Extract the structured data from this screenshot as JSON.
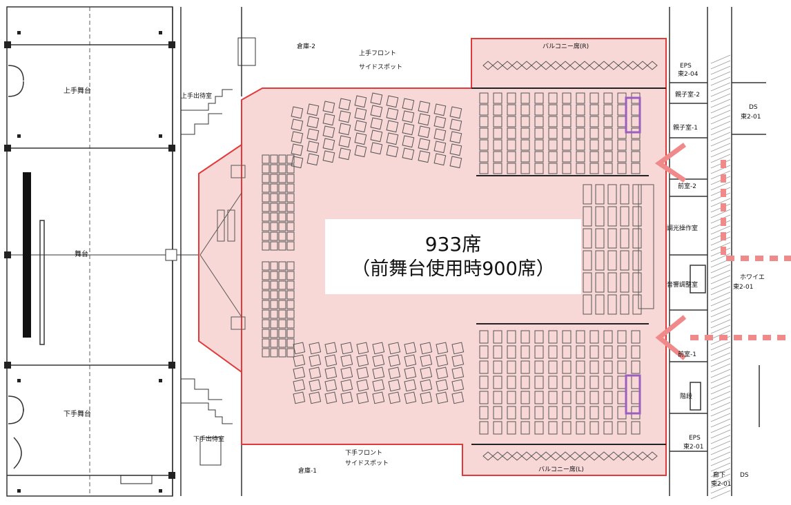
{
  "capacity": {
    "seats": "933席",
    "note": "（前舞台使用時900席）"
  },
  "rooms": {
    "stage": "舞台",
    "stage_left_upper": "上手舞台",
    "stage_left_lower": "下手舞台",
    "upper_entrance": "上手出待室",
    "lower_entrance": "下手出待室",
    "storage_2": "倉庫-2",
    "storage_1": "倉庫-1",
    "upper_front_spot": "上手フロント",
    "side_spot": "サイドスポット",
    "lower_front_spot": "下手フロント",
    "balcony_r": "バルコニー席(R)",
    "balcony_l": "バルコニー席(L)",
    "eps_top": "EPS",
    "eps_top_code": "東2-04",
    "eps_bottom": "EPS",
    "eps_bottom_code": "東2-01",
    "parent_child_2": "親子室-2",
    "parent_child_1": "親子室-1",
    "ds_top": "DS",
    "ds_top_code": "東2-01",
    "front_room_2": "前室-2",
    "front_room_1": "前室-1",
    "lighting_room": "調光操作室",
    "sound_room": "音響調整室",
    "foyer": "ホワイエ",
    "foyer_code": "東2-01",
    "stairs": "階段",
    "corridor": "廊下",
    "corridor_code": "東2-01",
    "ds_bottom": "DS"
  },
  "colors": {
    "audience_fill": "#f8d7d7",
    "outline": "#e03a3a",
    "arrow": "#f08a8a",
    "wheelchair": "#9a5fbf",
    "line": "#333333"
  }
}
